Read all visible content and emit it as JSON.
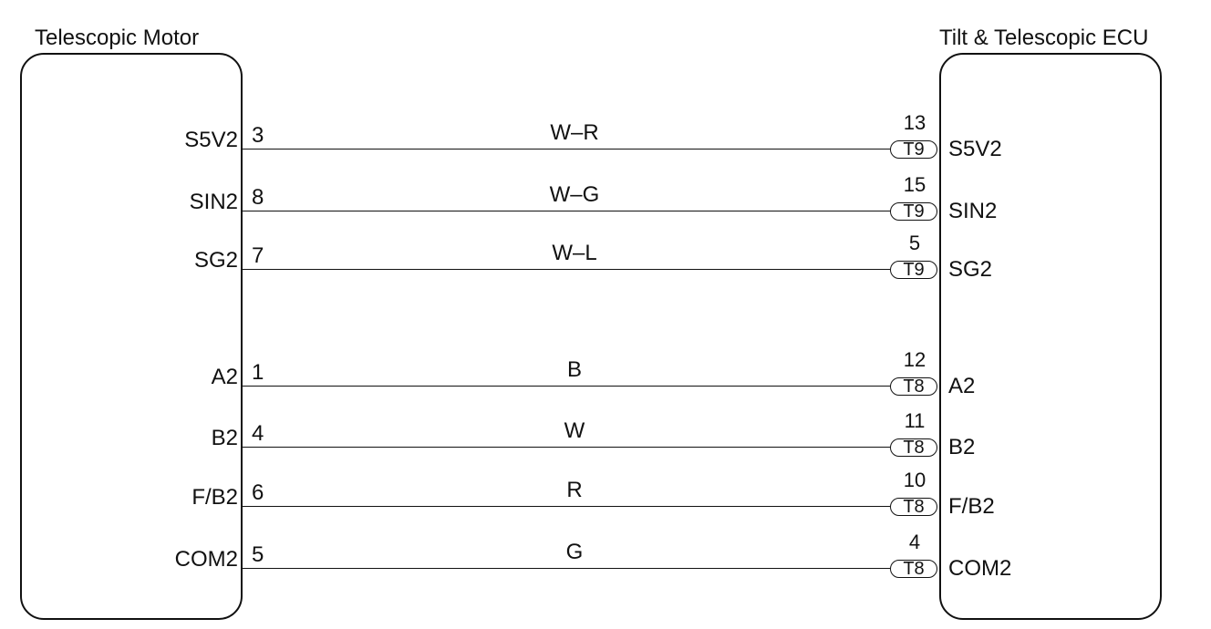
{
  "left_component": {
    "title": "Telescopic Motor"
  },
  "right_component": {
    "title": "Tilt & Telescopic ECU"
  },
  "wires": [
    {
      "left_signal": "S5V2",
      "left_pin": "3",
      "color": "W–R",
      "right_pin": "13",
      "connector": "T9",
      "right_signal": "S5V2"
    },
    {
      "left_signal": "SIN2",
      "left_pin": "8",
      "color": "W–G",
      "right_pin": "15",
      "connector": "T9",
      "right_signal": "SIN2"
    },
    {
      "left_signal": "SG2",
      "left_pin": "7",
      "color": "W–L",
      "right_pin": "5",
      "connector": "T9",
      "right_signal": "SG2"
    },
    {
      "left_signal": "A2",
      "left_pin": "1",
      "color": "B",
      "right_pin": "12",
      "connector": "T8",
      "right_signal": "A2"
    },
    {
      "left_signal": "B2",
      "left_pin": "4",
      "color": "W",
      "right_pin": "11",
      "connector": "T8",
      "right_signal": "B2"
    },
    {
      "left_signal": "F/B2",
      "left_pin": "6",
      "color": "R",
      "right_pin": "10",
      "connector": "T8",
      "right_signal": "F/B2"
    },
    {
      "left_signal": "COM2",
      "left_pin": "5",
      "color": "G",
      "right_pin": "4",
      "connector": "T8",
      "right_signal": "COM2"
    }
  ]
}
